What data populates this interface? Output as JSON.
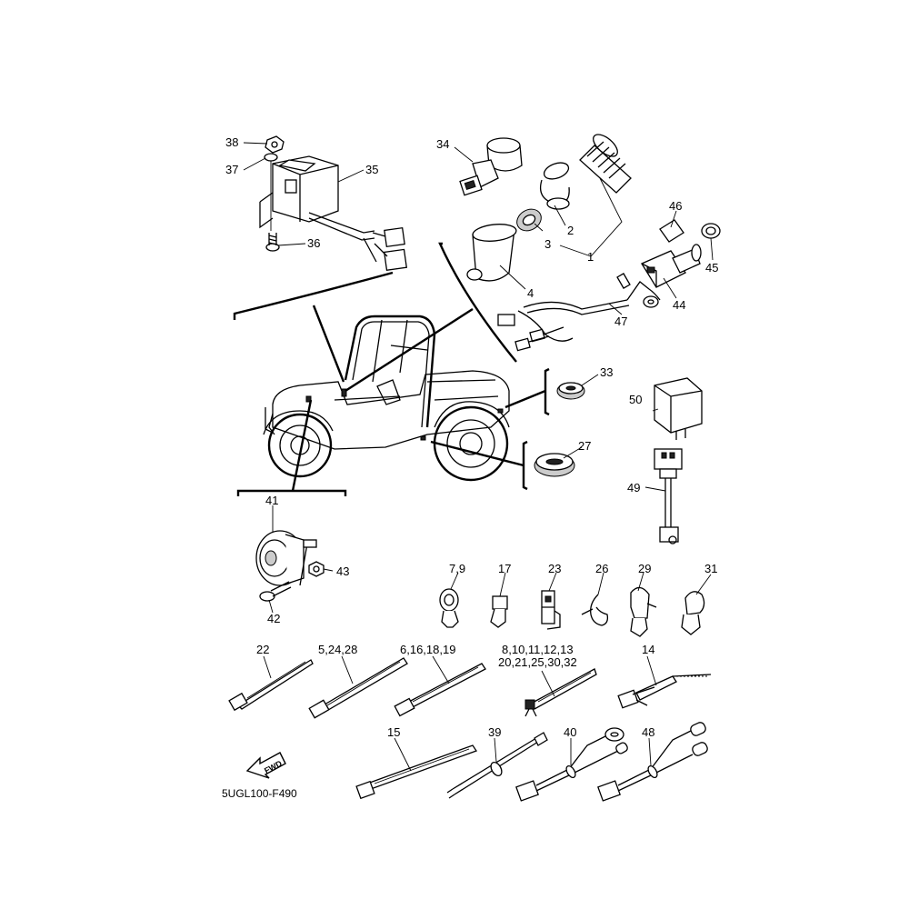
{
  "diagram_code": "5UGL100-F490",
  "fwd_text": "FWD",
  "callouts": [
    {
      "id": "c38",
      "text": "38"
    },
    {
      "id": "c37",
      "text": "37"
    },
    {
      "id": "c35",
      "text": "35"
    },
    {
      "id": "c36",
      "text": "36"
    },
    {
      "id": "c34",
      "text": "34"
    },
    {
      "id": "c2",
      "text": "2"
    },
    {
      "id": "c3",
      "text": "3"
    },
    {
      "id": "c1",
      "text": "1"
    },
    {
      "id": "c4",
      "text": "4"
    },
    {
      "id": "c46",
      "text": "46"
    },
    {
      "id": "c45",
      "text": "45"
    },
    {
      "id": "c44",
      "text": "44"
    },
    {
      "id": "c47",
      "text": "47"
    },
    {
      "id": "c33",
      "text": "33"
    },
    {
      "id": "c50",
      "text": "50"
    },
    {
      "id": "c27",
      "text": "27"
    },
    {
      "id": "c49",
      "text": "49"
    },
    {
      "id": "c41",
      "text": "41"
    },
    {
      "id": "c43",
      "text": "43"
    },
    {
      "id": "c42",
      "text": "42"
    },
    {
      "id": "c79",
      "text": "7,9"
    },
    {
      "id": "c17",
      "text": "17"
    },
    {
      "id": "c23",
      "text": "23"
    },
    {
      "id": "c26",
      "text": "26"
    },
    {
      "id": "c29",
      "text": "29"
    },
    {
      "id": "c31",
      "text": "31"
    },
    {
      "id": "c22",
      "text": "22"
    },
    {
      "id": "c52428",
      "text": "5,24,28"
    },
    {
      "id": "c6161819",
      "text": "6,16,18,19"
    },
    {
      "id": "c8a",
      "text": "8,10,11,12,13"
    },
    {
      "id": "c8b",
      "text": "20,21,25,30,32"
    },
    {
      "id": "c14",
      "text": "14"
    },
    {
      "id": "c15",
      "text": "15"
    },
    {
      "id": "c39",
      "text": "39"
    },
    {
      "id": "c40",
      "text": "40"
    },
    {
      "id": "c48",
      "text": "48"
    }
  ]
}
